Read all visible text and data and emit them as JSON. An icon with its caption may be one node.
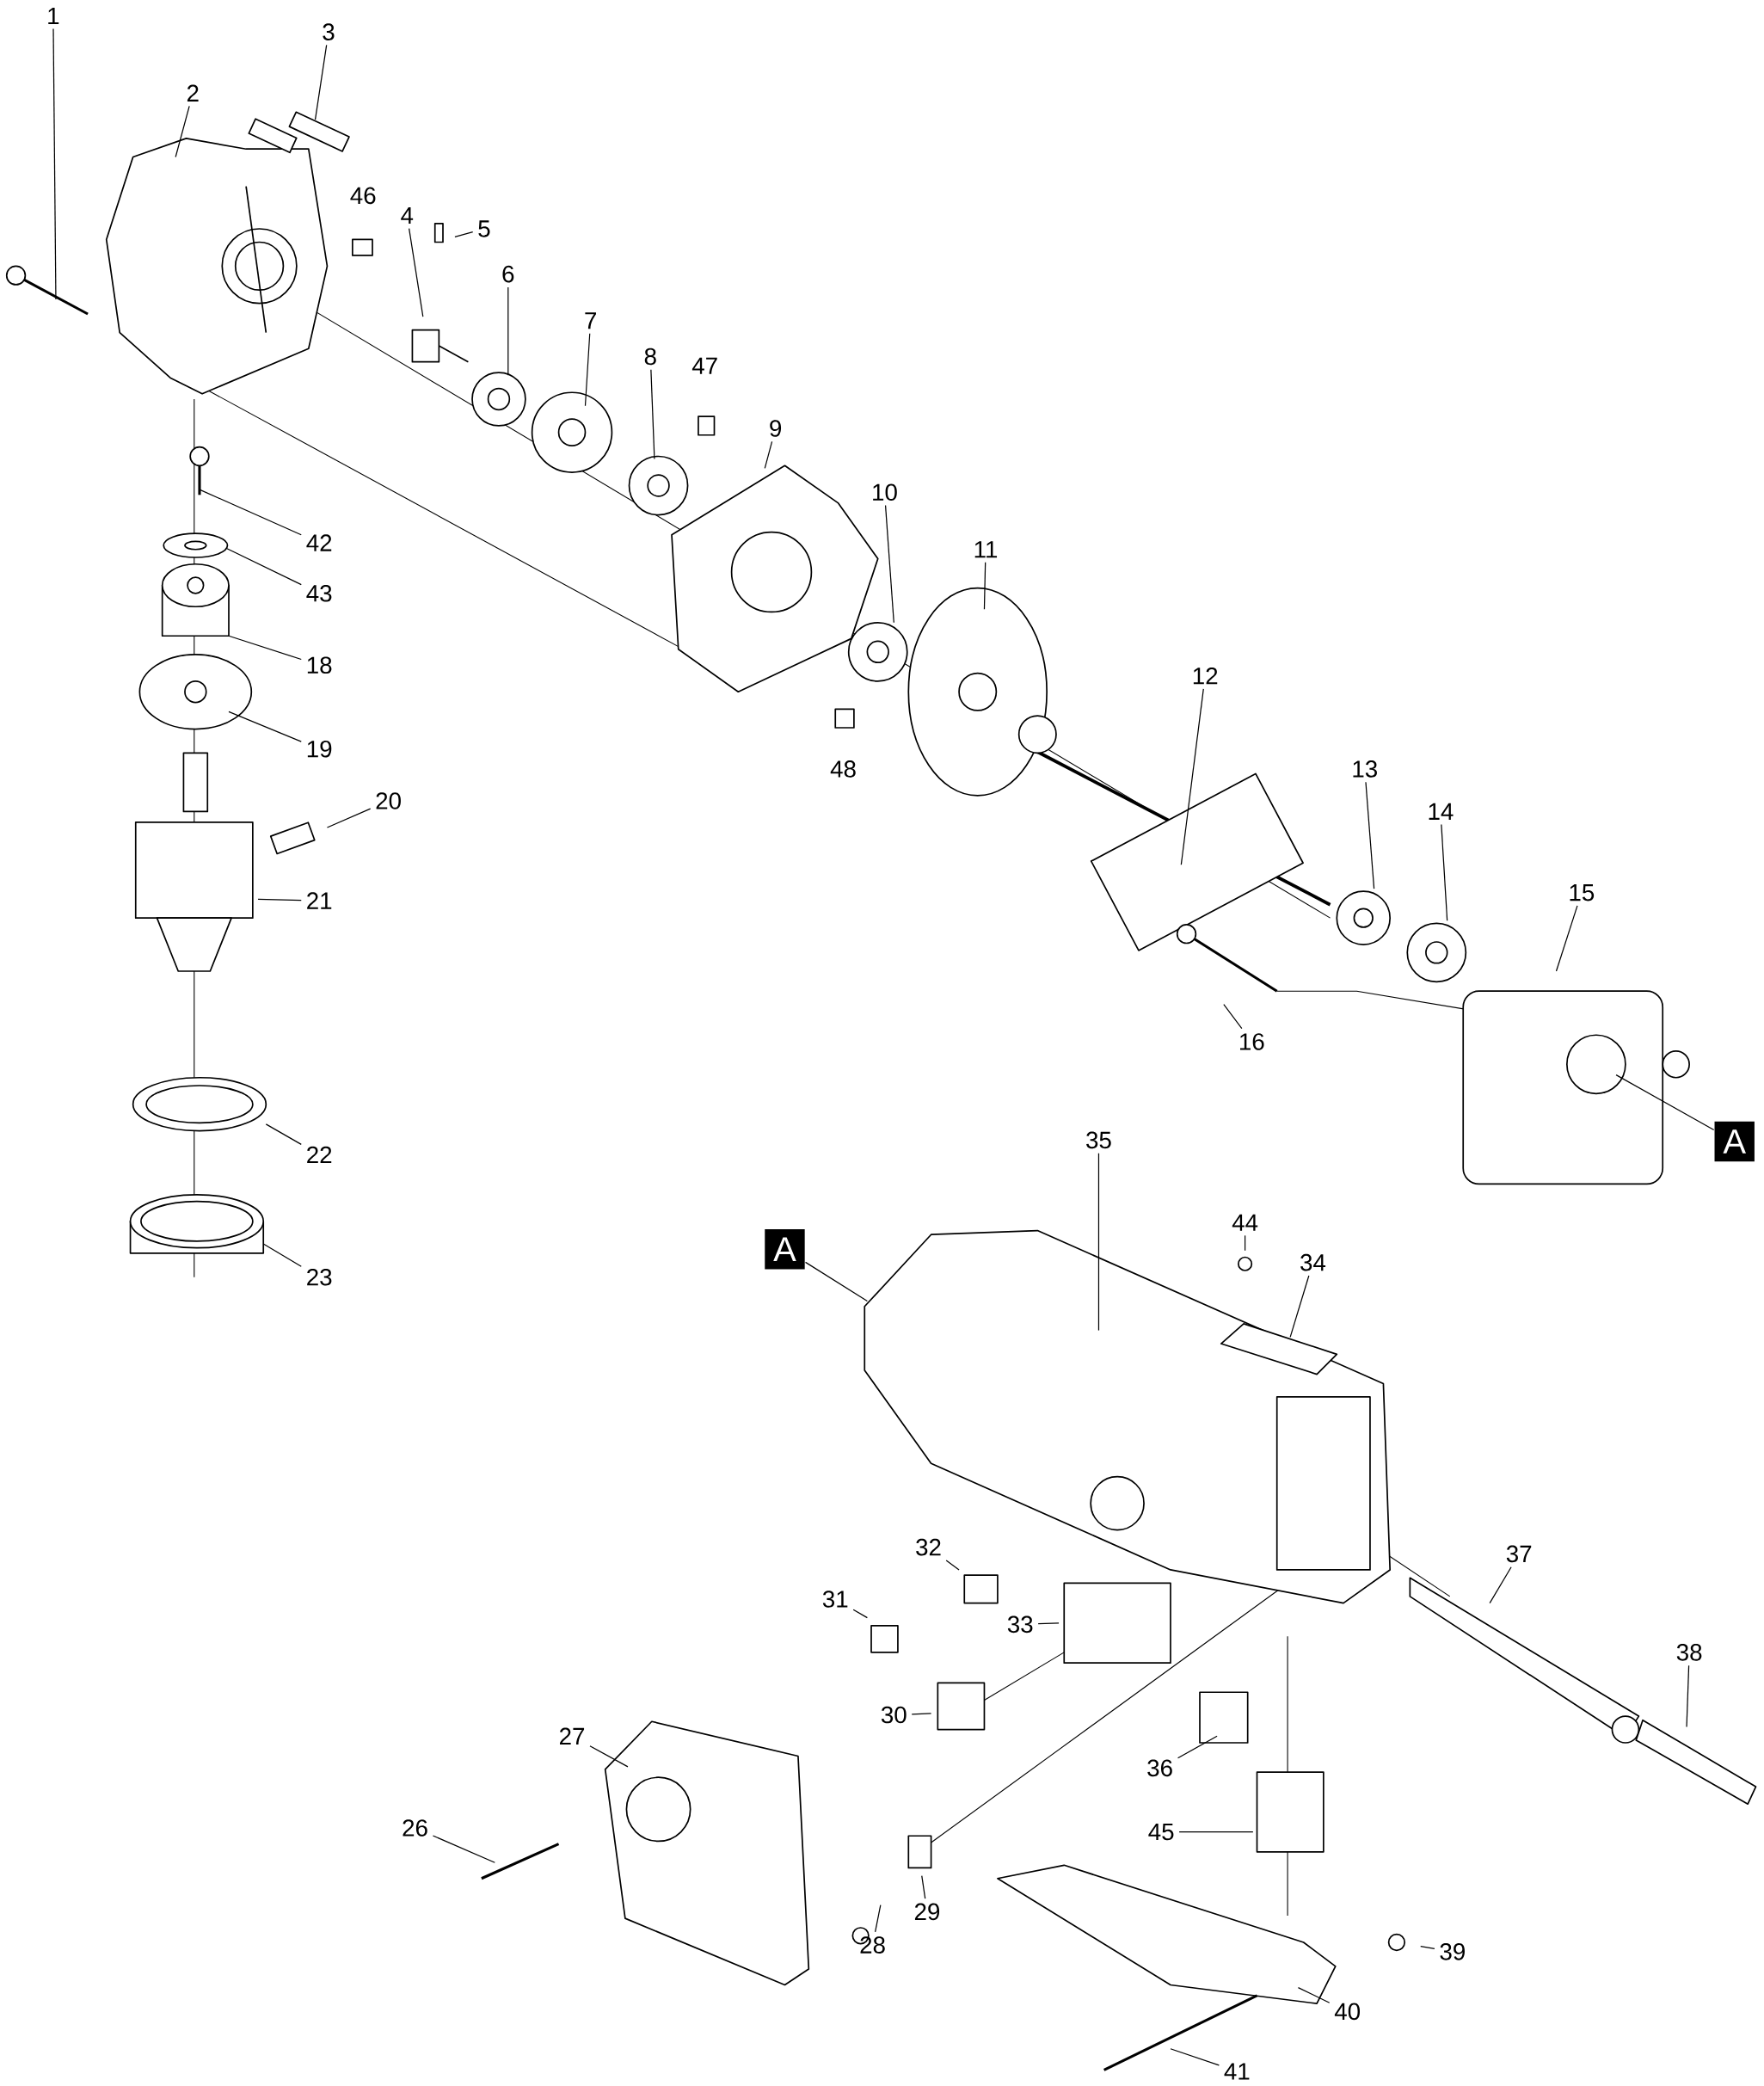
{
  "diagram": {
    "nodes": [
      {
        "text": [
          "1"
        ]
      },
      {
        "text": [
          "2"
        ]
      },
      {
        "text": [
          "3"
        ]
      },
      {
        "text": [
          "4"
        ]
      },
      {
        "text": [
          "5"
        ]
      },
      {
        "text": [
          "6"
        ]
      },
      {
        "text": [
          "7"
        ]
      },
      {
        "text": [
          "8"
        ]
      },
      {
        "text": [
          "9"
        ]
      },
      {
        "text": [
          "42"
        ]
      },
      {
        "text": [
          "10"
        ]
      },
      {
        "text": [
          "43"
        ]
      },
      {
        "text": [
          "11"
        ]
      },
      {
        "text": [
          "18"
        ]
      },
      {
        "text": [
          "12"
        ]
      },
      {
        "text": [
          "19"
        ]
      },
      {
        "text": [
          "20"
        ]
      },
      {
        "text": [
          "13"
        ]
      },
      {
        "text": [
          "14"
        ]
      },
      {
        "text": [
          "21"
        ]
      },
      {
        "text": [
          "15"
        ]
      },
      {
        "text": [
          "16"
        ]
      },
      {
        "text": [
          "A"
        ]
      },
      {
        "text": [
          "35"
        ]
      },
      {
        "text": [
          "22"
        ]
      },
      {
        "text": [
          "44"
        ]
      },
      {
        "text": [
          "34"
        ]
      },
      {
        "text": [
          "A"
        ]
      },
      {
        "text": [
          "23"
        ]
      },
      {
        "text": [
          "32"
        ]
      },
      {
        "text": [
          "37"
        ]
      },
      {
        "text": [
          "31"
        ]
      },
      {
        "text": [
          "33"
        ]
      },
      {
        "text": [
          "38"
        ]
      },
      {
        "text": [
          "30"
        ]
      },
      {
        "text": [
          "27"
        ]
      },
      {
        "text": [
          "36"
        ]
      },
      {
        "text": [
          "26"
        ]
      },
      {
        "text": [
          "45"
        ]
      },
      {
        "text": [
          "29"
        ]
      },
      {
        "text": [
          "28"
        ]
      },
      {
        "text": [
          "39"
        ]
      },
      {
        "text": [
          "40"
        ]
      },
      {
        "text": [
          "41"
        ]
      }
    ],
    "edges": [
      {
        "from": 0,
        "to": null,
        "arrow": "none"
      },
      {
        "from": 1,
        "to": null,
        "arrow": "none"
      },
      {
        "from": 2,
        "to": null,
        "arrow": "none"
      },
      {
        "from": 3,
        "to": null,
        "arrow": "none"
      },
      {
        "from": 4,
        "to": null,
        "arrow": "none"
      },
      {
        "from": 5,
        "to": null,
        "arrow": "none"
      },
      {
        "from": 6,
        "to": null,
        "arrow": "none"
      },
      {
        "from": 7,
        "to": null,
        "arrow": "none"
      },
      {
        "from": 8,
        "to": null,
        "arrow": "none"
      },
      {
        "from": 9,
        "to": null,
        "arrow": "none"
      },
      {
        "from": 10,
        "to": null,
        "arrow": "none"
      },
      {
        "from": 11,
        "to": null,
        "arrow": "none"
      },
      {
        "from": 12,
        "to": null,
        "arrow": "none"
      },
      {
        "from": 13,
        "to": null,
        "arrow": "none"
      },
      {
        "from": 14,
        "to": null,
        "arrow": "none"
      },
      {
        "from": 15,
        "to": null,
        "arrow": "none"
      },
      {
        "from": 16,
        "to": null,
        "arrow": "none"
      },
      {
        "from": 17,
        "to": null,
        "arrow": "none"
      },
      {
        "from": 18,
        "to": null,
        "arrow": "none"
      },
      {
        "from": 19,
        "to": null,
        "arrow": "none"
      },
      {
        "from": 20,
        "to": null,
        "arrow": "none"
      },
      {
        "from": 21,
        "to": null,
        "arrow": "none"
      },
      {
        "from": 22,
        "to": null,
        "arrow": "none"
      },
      {
        "from": 23,
        "to": null,
        "arrow": "none"
      },
      {
        "from": 24,
        "to": null,
        "arrow": "none"
      },
      {
        "from": 25,
        "to": null,
        "arrow": "none"
      },
      {
        "from": 26,
        "to": null,
        "arrow": "none"
      },
      {
        "from": 27,
        "to": null,
        "arrow": "none"
      },
      {
        "from": 28,
        "to": null,
        "arrow": "none"
      },
      {
        "from": 29,
        "to": null,
        "arrow": "none"
      },
      {
        "from": 30,
        "to": null,
        "arrow": "none"
      },
      {
        "from": 31,
        "to": null,
        "arrow": "none"
      },
      {
        "from": 32,
        "to": null,
        "arrow": "none"
      },
      {
        "from": 33,
        "to": null,
        "arrow": "none"
      },
      {
        "from": 34,
        "to": null,
        "arrow": "none"
      },
      {
        "from": 35,
        "to": null,
        "arrow": "none"
      },
      {
        "from": 36,
        "to": null,
        "arrow": "none"
      },
      {
        "from": 37,
        "to": null,
        "arrow": "none"
      },
      {
        "from": 38,
        "to": null,
        "arrow": "none"
      },
      {
        "from": 39,
        "to": null,
        "arrow": "none"
      },
      {
        "from": 40,
        "to": null,
        "arrow": "none"
      },
      {
        "from": 41,
        "to": null,
        "arrow": "none"
      },
      {
        "from": 42,
        "to": null,
        "arrow": "none"
      },
      {
        "from": 43,
        "to": null,
        "arrow": "none"
      }
    ],
    "labels": [
      "46",
      "47",
      "48"
    ]
  }
}
